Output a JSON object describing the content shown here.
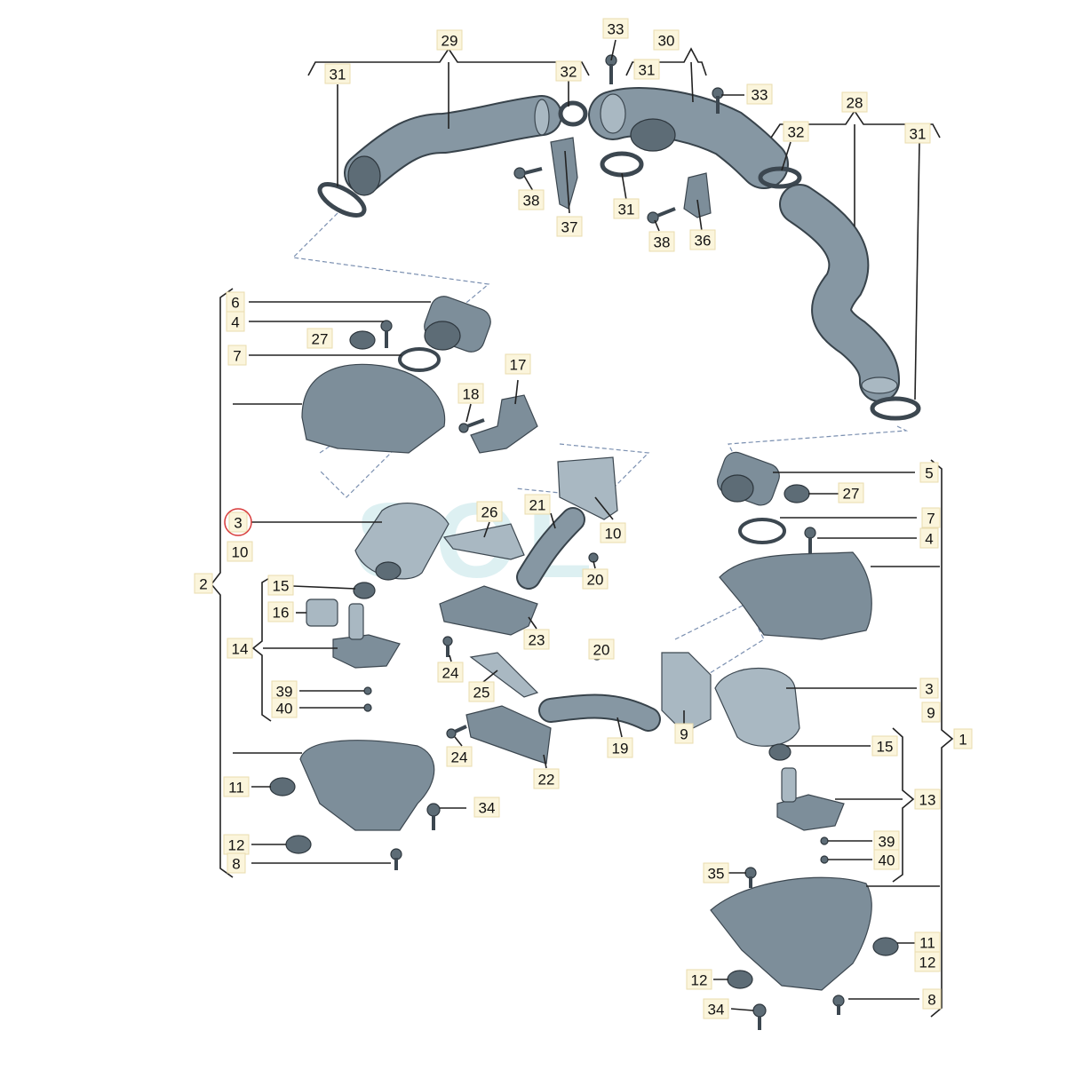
{
  "diagram": {
    "watermark": "SOL",
    "labels": {
      "l29": "29",
      "l30": "30",
      "l33a": "33",
      "l33b": "33",
      "l31a": "31",
      "l31b": "31",
      "l31c": "31",
      "l31d": "31",
      "l32a": "32",
      "l32b": "32",
      "l28": "28",
      "l38a": "38",
      "l38b": "38",
      "l37": "37",
      "l36": "36",
      "l6": "6",
      "l4a": "4",
      "l27a": "27",
      "l7a": "7",
      "l17": "17",
      "l18": "18",
      "l3a": "3",
      "l10a": "10",
      "l2": "2",
      "l15a": "15",
      "l16": "16",
      "l14": "14",
      "l39a": "39",
      "l40a": "40",
      "l11a": "11",
      "l12a": "12",
      "l8a": "8",
      "l34a": "34",
      "l26": "26",
      "l21": "21",
      "l10b": "10",
      "l20a": "20",
      "l23": "23",
      "l24a": "24",
      "l25": "25",
      "l24b": "24",
      "l22": "22",
      "l20b": "20",
      "l19": "19",
      "l9a": "9",
      "l5": "5",
      "l27b": "27",
      "l7b": "7",
      "l4b": "4",
      "l3b": "3",
      "l9b": "9",
      "l1": "1",
      "l15b": "15",
      "l13": "13",
      "l39b": "39",
      "l40b": "40",
      "l35": "35",
      "l11b": "11",
      "l12b": "12",
      "l12c": "12",
      "l8b": "8",
      "l34b": "34"
    }
  }
}
